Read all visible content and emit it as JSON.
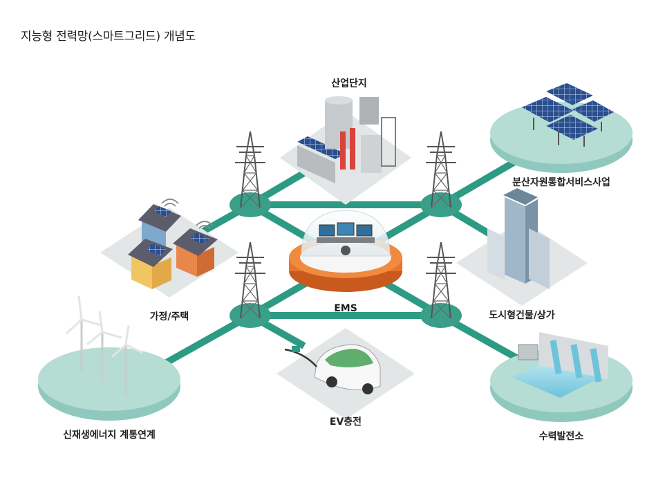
{
  "title": "지능형 전력망(스마트그리드) 개념도",
  "center": {
    "label": "EMS"
  },
  "nodes": {
    "industrial": "산업단지",
    "distributed": "분산자원통합서비스사업",
    "home": "가정/주택",
    "building": "도시형건물/상가",
    "renewable": "신재생에너지 계통연계",
    "hydro": "수력발전소",
    "ev": "EV충전"
  },
  "colors": {
    "line": "#2d9a84",
    "hub": "#3a9e88",
    "platform": "#a9d8cd",
    "tile": "#e3e6e6",
    "ems_ring": "#e8742c"
  }
}
